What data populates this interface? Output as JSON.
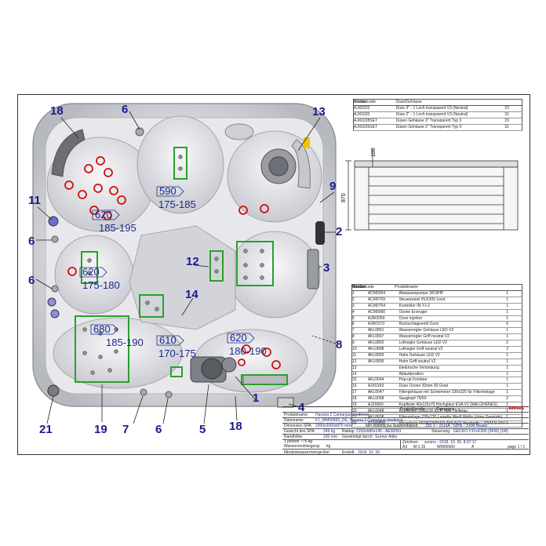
{
  "callouts": {
    "c18a": "18",
    "c6a": "6",
    "c13": "13",
    "c11": "11",
    "c6b": "6",
    "c6c": "6",
    "c9": "9",
    "c2": "2",
    "c3": "3",
    "c12": "12",
    "c14": "14",
    "c8": "8",
    "c21": "21",
    "c19": "19",
    "c7": "7",
    "c6d": "6",
    "c5": "5",
    "c18b": "18",
    "c1": "1",
    "c4": "4"
  },
  "seats": [
    {
      "code": "590",
      "range": "175-185"
    },
    {
      "code": "620",
      "range": "185-195"
    },
    {
      "code": "620",
      "range": "175-180"
    },
    {
      "code": "680",
      "range": "185-190"
    },
    {
      "code": "610",
      "range": "170-175"
    },
    {
      "code": "620",
      "range": "180-190"
    }
  ],
  "dimensions": {
    "height": "100",
    "width": "870"
  },
  "top_table": {
    "headers": [
      "Produktcode",
      "Düse/Gehäuse",
      "Stücke"
    ],
    "rows": [
      [
        "AJX0222",
        "Düse 3\" - 1 Loch transparent V3 (Neutral)",
        "23"
      ],
      [
        "AJX0220",
        "Düse 2\" - 1 Loch transparent V3 (Neutral)",
        "31"
      ],
      [
        "AJX0228SET",
        "Düsen Gehäuse 3\" Transparent Typ 3",
        "23"
      ],
      [
        "AJX0226SET",
        "Düsen Gehäuse 2\" Transparent Typ 3",
        "31"
      ]
    ]
  },
  "parts_table": {
    "headers": [
      "Number",
      "Produktcode",
      "Produktname",
      "Stücke"
    ],
    "rows": [
      [
        "1",
        "ACM0364",
        "Abwasserpumpe 3/0.8HP",
        "1"
      ],
      [
        "2",
        "ACM0709",
        "Steuerpanel IN.K300 1mot",
        "1"
      ],
      [
        "3",
        "ACM0754",
        "Kontroller IN.YJ-2",
        "1"
      ],
      [
        "4",
        "ACM0060",
        "Ozone Erzeuger",
        "1"
      ],
      [
        "5",
        "AJW2059",
        "Ozon Injektor",
        "1"
      ],
      [
        "6",
        "AJW1072",
        "Rückschlagventil Ozon",
        "6"
      ],
      [
        "7",
        "AKL0891",
        "Wasserregler Gehäuse LED V2",
        "1"
      ],
      [
        "8",
        "AKL0897",
        "Wasserregler Griff neutral V2",
        "1"
      ],
      [
        "9",
        "AKL0892",
        "Luftregler Gehäuse LED V2",
        "2"
      ],
      [
        "10",
        "AKL0898",
        "Luftregler Griff neutral V2",
        "2"
      ],
      [
        "11",
        "AKL0893",
        "Hahn Gehäuse LED V2",
        "1"
      ],
      [
        "12",
        "AKL0899",
        "Hahn Griff neutral V2",
        "1"
      ],
      [
        "13",
        "",
        "Elektrische Verbindung",
        "1"
      ],
      [
        "14",
        "",
        "Ablaufposition",
        "1"
      ],
      [
        "15",
        "AKL0044",
        "Pop-up Fontäne",
        "1"
      ],
      [
        "16",
        "AJX0169",
        "Düse Ozone 20mm 90 Grad",
        "1"
      ],
      [
        "17",
        "AKL0047",
        "Filtergehäuse mit Schwimmer 230x325 für Filtereinlage",
        "1"
      ],
      [
        "18",
        "AKL0068",
        "Saugkopf 75/60",
        "2"
      ],
      [
        "19",
        "AJZ0060",
        "Kopfkiste 40x115x70 Hochglanz EVA V2 (MALGHENES)",
        "1"
      ],
      [
        "20",
        "AKL0048",
        "Kopfkisten 330x230 ECR MAL Hellgrau",
        "1"
      ],
      [
        "21",
        "AKL0608",
        "Filtereinlage 235x126 Lamelle Werft Wellis (ohne Gewinde)",
        "1"
      ],
      [
        "22",
        "ACM0898",
        "Steuerknie VERSTÄRKER ANLAGE bluetooth + TRAFO 24V & 3A (EP67)",
        "1"
      ]
    ]
  },
  "title_block": {
    "family_label": "Produktfamilie:",
    "family_value": "Camargue",
    "brand": "Wellis",
    "product_label": "Produktname:",
    "product_value": "Havana 2 Camargue medence",
    "file_label": "Dateiname:",
    "file_value": "FJ_WM00660_DE_Havana 2 Camargue medence",
    "dim_label": "Dimension SPA:",
    "dim_value": "2000x2000x870 mm",
    "elec_label": "Min elektrische Notwendigkeit:",
    "elec_value": "230 V - 1x16A - 50Hz - 3 kW Heater",
    "weight_label": "Gewicht des SPA:",
    "weight_value": "249 kg",
    "raklap_label": "Raklap",
    "raklap_value": "2100x680x145 - AE00091",
    "ctrl_label": "Steuerung:",
    "ctrl_value": "GECKO YJ2+K300 (3KW) (1M)",
    "rand_label": "Randhöhe:",
    "rand_value": "100 mm",
    "approved_label": "Genehmigt durch:",
    "approved_value": "Szenor Attila",
    "water_person": "1 person ~75 kg",
    "water_label": "Wasserverdrängung:",
    "water_unit": "kg",
    "min_label": "Mindestwassermenge:",
    "min_unit": "liter",
    "created_label": "Erstellt:",
    "created_value": "2018. 10. 30.",
    "drawn_label": "Zeichner:",
    "drawn_value": "szomo - 2018. 10. 30. 8:37:17",
    "size_value": "A3",
    "scale_value": "M 1:15",
    "num_value": "WM00660",
    "rev_value": "A",
    "page_value": "page 1 / 1"
  },
  "colors": {
    "callout": "#1a1a8c",
    "jet": "#d01010",
    "group": "#2aa02a",
    "seat_code": "#1a2a8a"
  }
}
